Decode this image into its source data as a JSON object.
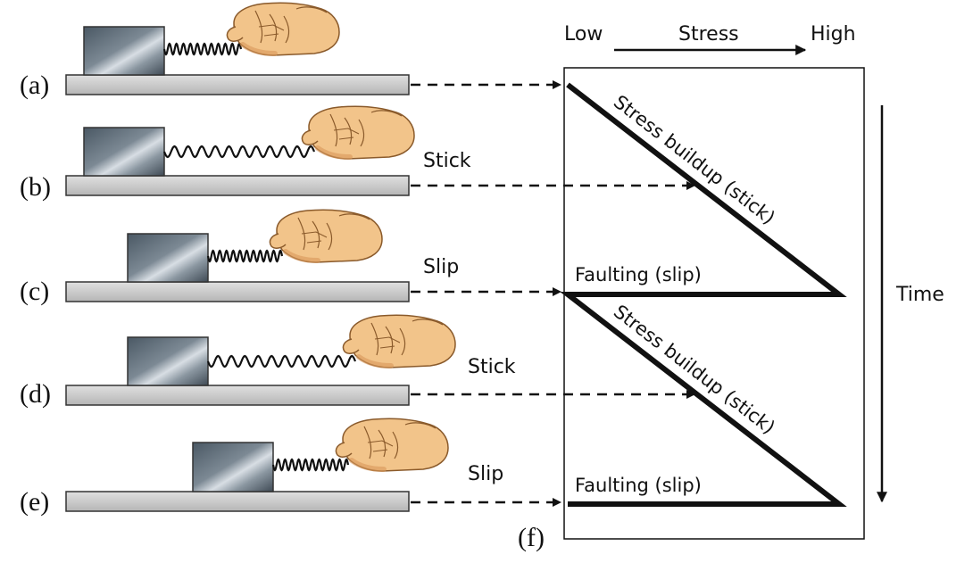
{
  "labels": {
    "a": "(a)",
    "b": "(b)",
    "c": "(c)",
    "d": "(d)",
    "e": "(e)",
    "f": "(f)"
  },
  "phases": {
    "stick_1": "Stick",
    "slip_1": "Slip",
    "stick_2": "Stick",
    "slip_2": "Slip"
  },
  "stress_axis": {
    "low": "Low",
    "title": "Stress",
    "high": "High"
  },
  "time_axis": {
    "title": "Time"
  },
  "graph": {
    "buildup_1": "Stress buildup (stick)",
    "buildup_2": "Stress buildup (stick)",
    "faulting_1": "Faulting (slip)",
    "faulting_2": "Faulting (slip)"
  },
  "colors": {
    "block_dark": "#4a5864",
    "block_light": "#d8dee4",
    "bar_fill": "#c9c9c9",
    "skin": "#f2c48a",
    "skin_shade": "#d9975a",
    "ink": "#111111"
  }
}
